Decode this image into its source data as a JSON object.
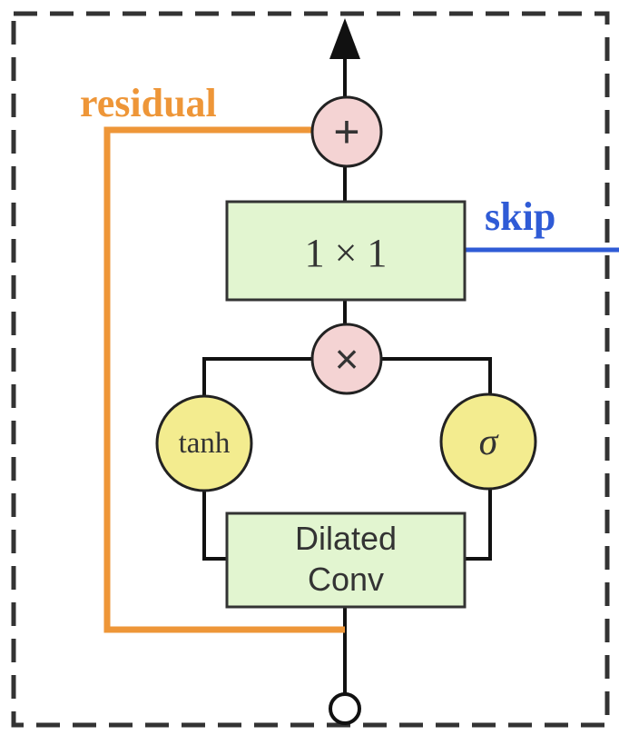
{
  "labels": {
    "residual": "residual",
    "skip": "skip",
    "add_symbol": "+",
    "multiply_symbol": "×",
    "conv_1x1": "1 × 1",
    "tanh": "tanh",
    "sigma": "σ",
    "dilated_line1": "Dilated",
    "dilated_line2": "Conv"
  },
  "colors": {
    "residual": "#ee9638",
    "skip": "#2f5bd6",
    "box_fill": "#e2f5d0",
    "op_fill": "#f4d3d3",
    "activation_fill": "#f3ec8f",
    "line": "#111111",
    "border": "#333333"
  }
}
